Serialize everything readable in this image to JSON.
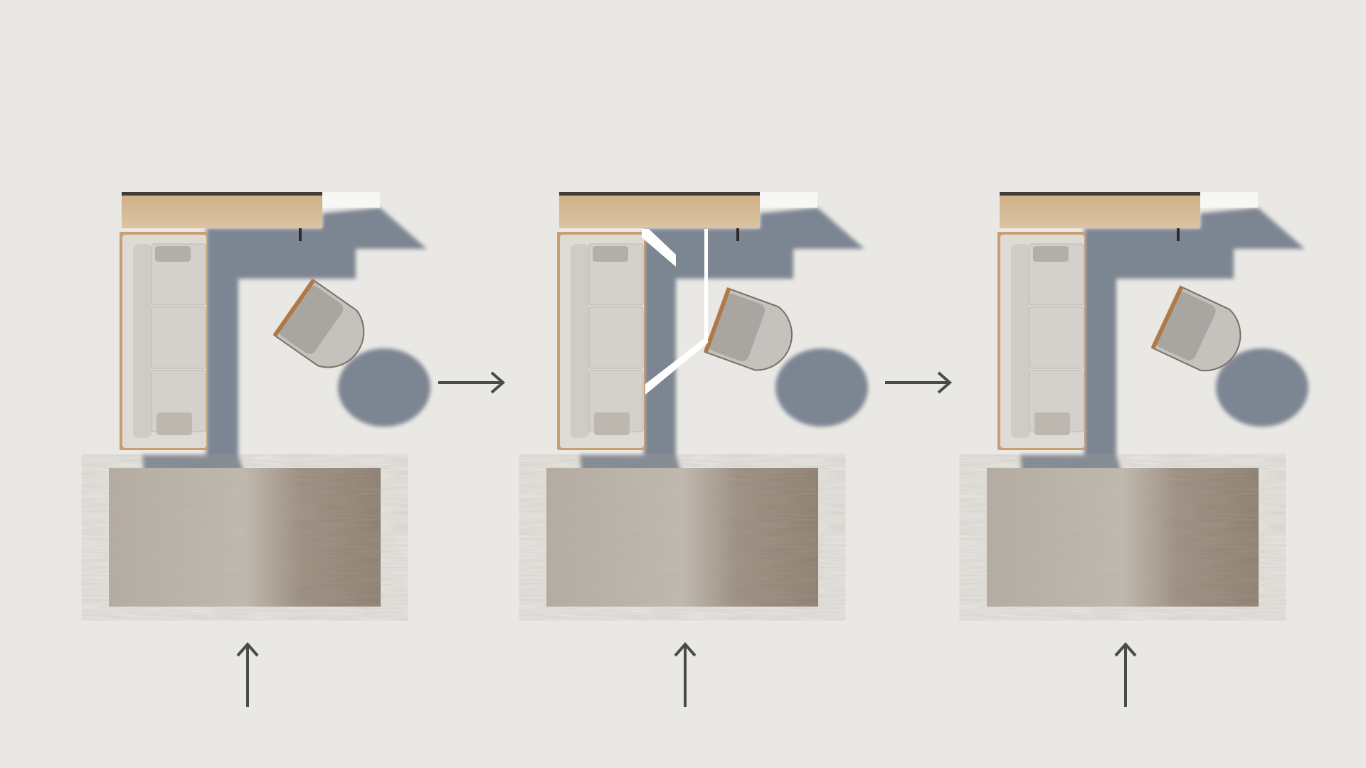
{
  "scene": {
    "panels": [
      {
        "step": 1,
        "chair_rotation_deg": 35,
        "highlight": false
      },
      {
        "step": 2,
        "chair_rotation_deg": 20,
        "highlight": true
      },
      {
        "step": 3,
        "chair_rotation_deg": 25,
        "highlight": false
      }
    ],
    "arrows": [
      {
        "direction": "right",
        "icon": "arrow-right-icon"
      },
      {
        "direction": "right",
        "icon": "arrow-right-icon"
      }
    ],
    "entry_arrow_icon": "arrow-up-icon",
    "colors": {
      "floor": "#e9e8e4",
      "shadow": "#6b7584",
      "wood": "#d6b893",
      "upholstery": "#cfcbc6",
      "chair_fabric": "#a9a6a2",
      "rug_light": "#b9b1a6",
      "rug_dark": "#7d7062",
      "arrow": "#4a4a48",
      "highlight": "#ffffff"
    }
  }
}
